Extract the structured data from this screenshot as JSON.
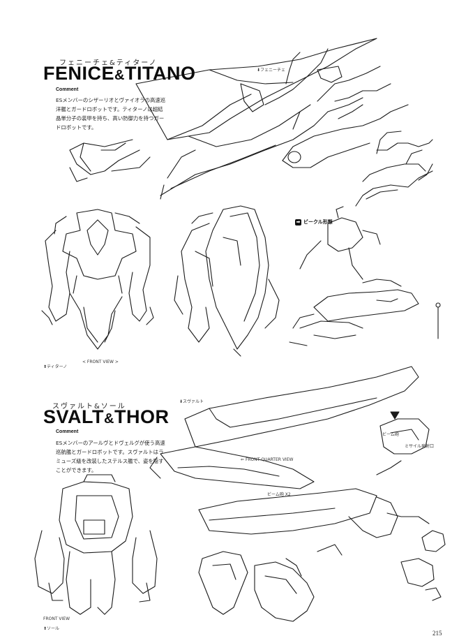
{
  "section1": {
    "ruby": "フェニーチェ&ティターノ",
    "title_a": "FENICE",
    "title_amp": "&",
    "title_b": "TITANO",
    "comment_heading": "Comment",
    "comment_text": "ESメンバーのシザーリオとヴァイオラの高速巡洋艦とガードロボットです。ティターノは超結晶単分子の装甲を持ち、高い防御力を持つガードロボットです。",
    "label_fenice": "フェニーチェ",
    "label_titano": "ティターノ",
    "label_vehicle": "ビークル形態",
    "label_front_view": "< FRONT VIEW >"
  },
  "section2": {
    "ruby": "スヴァルト&ソール",
    "title_a": "SVALT",
    "title_amp": "&",
    "title_b": "THOR",
    "comment_heading": "Comment",
    "comment_text": "ESメンバーのアールヴとドヴェルグが使う高速巡航艦とガードロボットです。スヴァルトはラミューズ級を改装したステルス艦で、姿を隠すことができます。",
    "label_svalt": "スヴァルト",
    "label_thor": "ソール",
    "label_quarter_view": "FRONT QUARTER VIEW",
    "label_beam_gun": "ビーム砲",
    "label_missile": "ミサイル発射口",
    "label_beam_gun2": "ビーム砲 X2",
    "label_front_view": "FRONT VIEW"
  },
  "page_number": "215"
}
